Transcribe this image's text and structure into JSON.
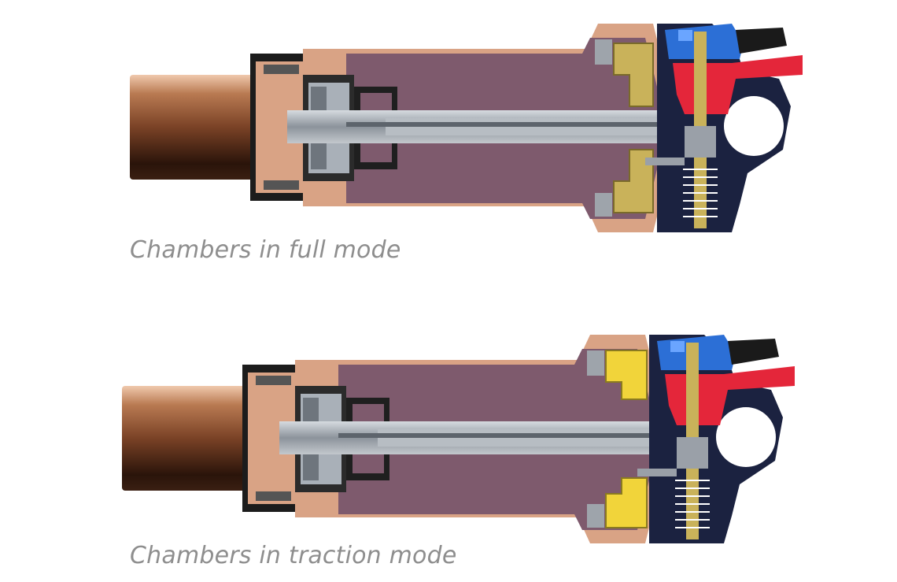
{
  "figure": {
    "panels": [
      {
        "caption": "Chambers in full mode",
        "mode": "full",
        "chamber_fill": "#7e5a6d",
        "insert_fill": "#c9b25a"
      },
      {
        "caption": "Chambers in traction mode",
        "mode": "traction",
        "chamber_fill": "#7e5a6d",
        "insert_fill": "#f1d43a"
      }
    ],
    "colors": {
      "stanchion": "#a86c45",
      "housing": "#d9a385",
      "valve_body": "#1b2240",
      "blue_cap": "#2c6fd6",
      "red_hose": "#e4263a",
      "black_hose": "#1a1a1a",
      "shaft": "#9aa0a8"
    }
  }
}
